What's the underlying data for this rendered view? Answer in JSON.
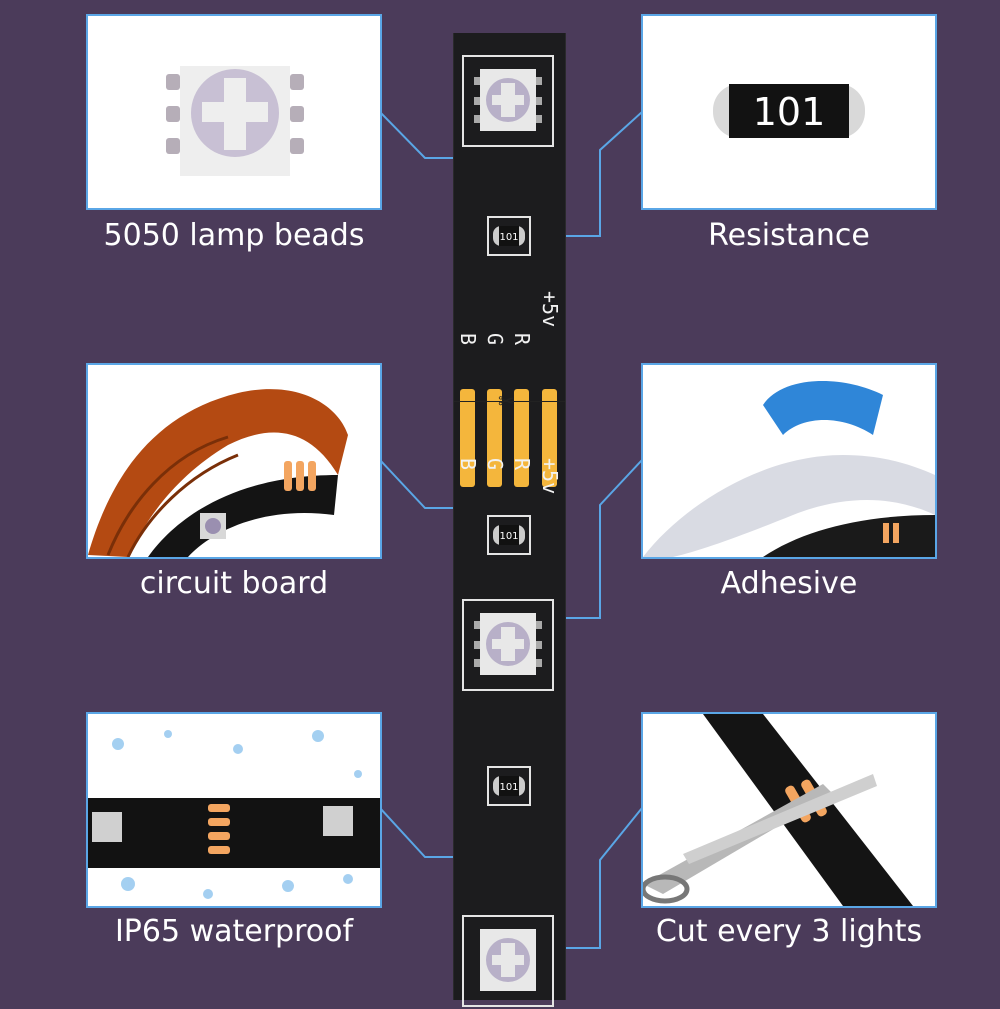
{
  "labels": {
    "lamp_beads": "5050 lamp beads",
    "resistance": "Resistance",
    "circuit_board": "circuit board",
    "adhesive": "Adhesive",
    "waterproof": "IP65 waterproof",
    "cut": "Cut every 3 lights"
  },
  "resistor_code": "101",
  "strip_pads": {
    "top": [
      "+5v",
      "R",
      "G",
      "B"
    ],
    "bottom": [
      "+5v",
      "R",
      "G",
      "B"
    ]
  },
  "colors": {
    "background": "#4b3b5a",
    "panel_border": "#5aa6e6",
    "strip": "#1c1c1e",
    "copper_pad": "#f4b63c"
  }
}
